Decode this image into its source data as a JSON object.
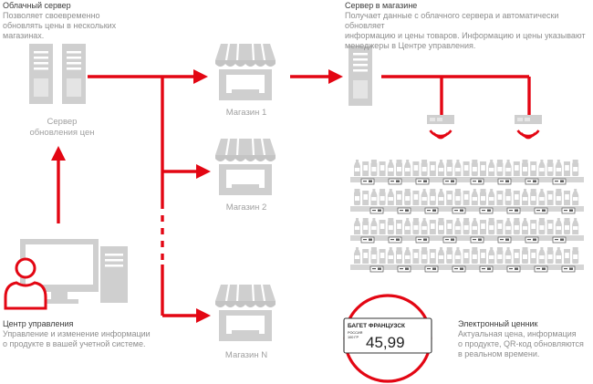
{
  "cloud_server": {
    "title": "Облачный сервер",
    "description_lines": [
      "Позволяет своевременно",
      "обновлять цены в нескольких",
      "магазинах."
    ],
    "caption_lines": [
      "Сервер",
      "обновления цен"
    ]
  },
  "store_server": {
    "title": "Сервер в магазине",
    "description_lines": [
      "Получает данные с облачного сервера и автоматически обновляет",
      "информацию и цены товаров. Информацию и цены указывают",
      "менеджеры в Центре управления."
    ]
  },
  "stores": [
    {
      "label": "Магазин 1"
    },
    {
      "label": "Магазин 2"
    },
    {
      "label": "Магазин N"
    }
  ],
  "control_center": {
    "title": "Центр управления",
    "description_lines": [
      "Управление и изменение информации",
      "о продукте в вашей учетной системе."
    ]
  },
  "price_tag": {
    "title": "БАГЕТ ФРАНЦУЗСК",
    "origin": "РОССИЯ",
    "weight": "100 ГР",
    "price": "45,99"
  },
  "e_label": {
    "title": "Электронный ценник",
    "description_lines": [
      "Актуальная цена, информация",
      "о продукте, QR-код обновляются",
      "в реальном времени."
    ]
  },
  "colors": {
    "accent": "#e30613",
    "icon_gray": "#cfcfcf",
    "dark_gray": "#bdbdbd"
  }
}
